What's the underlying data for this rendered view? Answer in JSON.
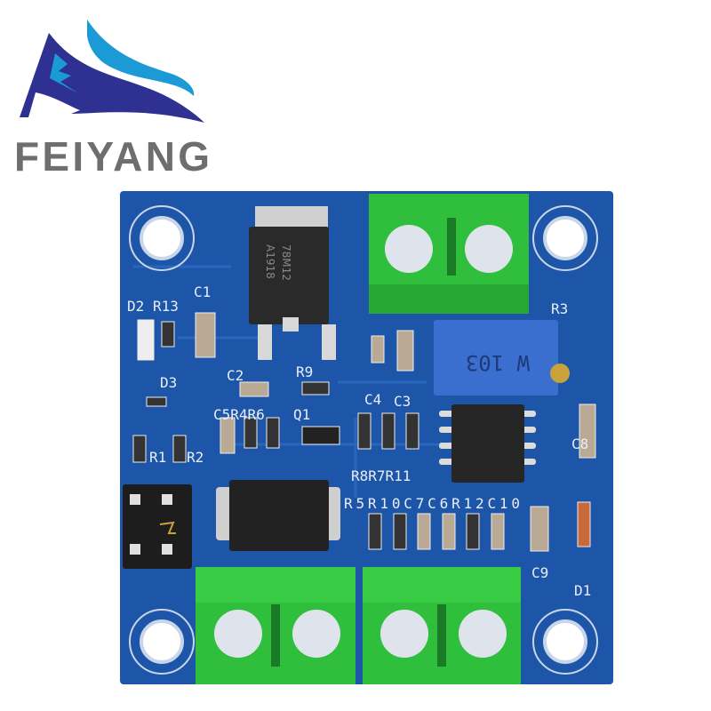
{
  "brand": {
    "name": "FEIYANG",
    "colors": {
      "dark_blue": "#2e3192",
      "light_blue": "#1b9ad6",
      "text_gray": "#6d6e70"
    }
  },
  "board": {
    "colors": {
      "pcb": "#1d55a8",
      "terminal": "#2fbf3c",
      "silkscreen": "#e8eef8",
      "potentiometer": "#3a6fd0"
    },
    "silkscreen_labels": {
      "d2": "D2",
      "r13": "R13",
      "c1": "C1",
      "r3": "R3",
      "d3": "D3",
      "c2": "C2",
      "r9": "R9",
      "c4": "C4",
      "c3": "C3",
      "c5r4r6": "C5R4R6",
      "q1": "Q1",
      "r1": "R1",
      "r2": "R2",
      "r8r7r11": "R8R7R11",
      "c8": "C8",
      "r5_c10": "R5R10C7C6R12C10",
      "c9": "C9",
      "d1": "D1"
    },
    "chip_markings": {
      "regulator_line1": "78M12",
      "regulator_line2": "A1918",
      "potentiometer": "W 103"
    }
  }
}
